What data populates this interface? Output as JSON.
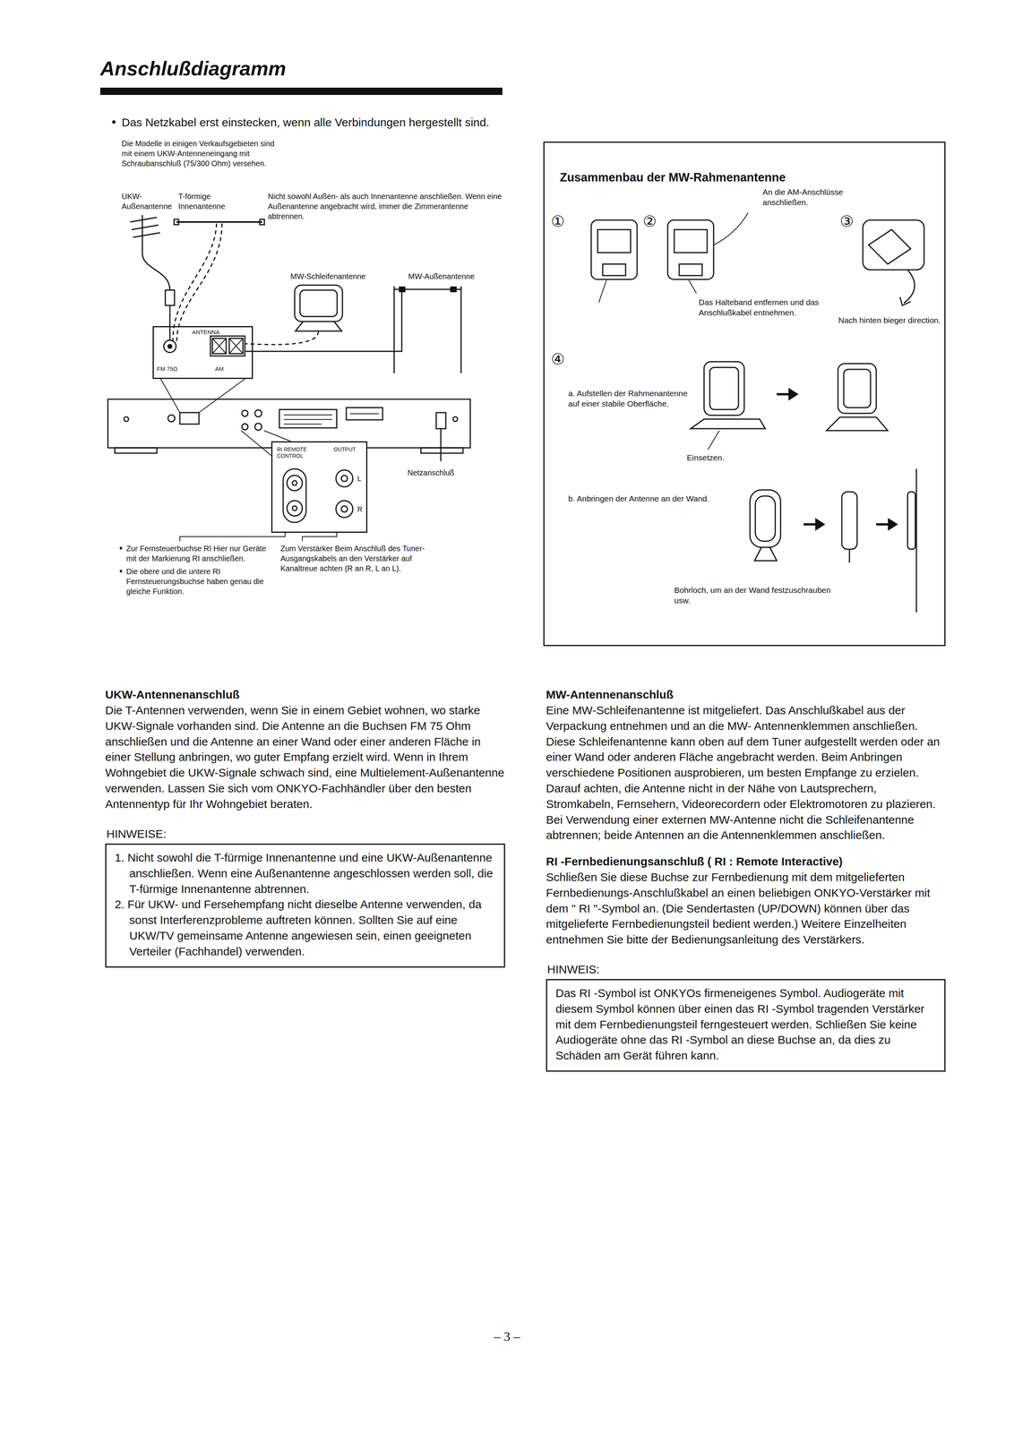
{
  "diagram": {
    "title": "Anschlußdiagramm",
    "nodes": [
      {
        "text": [
          "Zusammenbau der MW-Rahmenantenne"
        ]
      },
      {
        "text": [
          "ANTENNA",
          "FM 75Ω",
          "AM"
        ]
      },
      {
        "text": [
          "RI REMOTE CONTROL",
          "OUTPUT",
          "L",
          "R"
        ]
      },
      {
        "text": [
          "HINWEISE:",
          "1. Nicht sowohl die T-fürmige Innenantenne und eine UKW-Außenantenne anschließen. Wenn eine Außenantenne angeschlossen werden soll, die T-fürmige Innenantenne abtrennen.",
          "2. Für UKW- und Fersehempfang nicht dieselbe Antenne verwenden, da sonst Interferenzprobleme auftreten können. Sollten Sie auf eine UKW/TV gemeinsame Antenne angewiesen sein, einen geeigneten Verteiler (Fachhandel) verwenden."
        ]
      },
      {
        "text": [
          "HINWEIS:",
          "Das RI -Symbol ist ONKYOs firmeneigenes Symbol. Audiogeräte mit diesem Symbol können über einen das RI -Symbol tragenden Verstärker mit dem Fernbedienungsteil ferngesteuert werden. Schließen Sie keine Audiogeräte ohne das RI -Symbol an diese Buchse an, da dies zu Schäden am Gerät führen kann."
        ]
      }
    ],
    "labels": [
      "Das Netzkabel erst einstecken, wenn alle Verbindungen hergestellt sind.",
      "Die Modelle in einigen Verkaufsgebieten sind mit einem UKW-Antenneneingang mit Schraubanschluß (75/300 Ohm) versehen.",
      "UKW- Außenantenne",
      "T-förmige Innenantenne",
      "Nicht sowohl Außen- als auch Innenantenne anschließen. Wenn eine Außenantenne angebracht wird, immer die Zimmerantenne abtrennen.",
      "MW-Schleifenantenne",
      "MW-Außenantenne",
      "Netzanschluß",
      "Zur Fernsteuerbuchse RI Hier nur Geräte mit der Markierung RI anschließen.",
      "Die obere und die untere RI Fernsteuerungsbuchse haben genau die gleiche Funktion.",
      "Zum Verstärker Beim Anschluß des Tuner-Ausgangskabels an den Verstärker auf Kanaltreue achten (R an R, L an L).",
      "An die AM-Anschlüsse anschließen.",
      "①",
      "②",
      "③",
      "Das Halteband entfernen und das Anschlußkabel entnehmen.",
      "Nach hinten bieger direction.",
      "④",
      "a. Aufstellen der Rahmenantenne auf einer stabile Oberfläche.",
      "Einsetzen.",
      "b. Anbringen der Antenne an der Wand.",
      "Bohrloch, um an der Wand festzuschrauben usw.",
      "UKW-Antennenanschluß",
      "Die T-Antennen verwenden, wenn Sie in einem Gebiet wohnen, wo starke UKW-Signale vorhanden sind. Die Antenne an die Buchsen FM 75 Ohm anschließen und die Antenne an einer Wand oder einer anderen Fläche in einer Stellung anbringen, wo guter Empfang erzielt wird. Wenn in Ihrem Wohngebiet die UKW-Signale schwach sind, eine Multielement-Außenantenne verwenden. Lassen Sie sich vom ONKYO-Fachhändler über den besten Antennentyp für Ihr Wohngebiet beraten.",
      "MW-Antennenanschluß",
      "Eine MW-Schleifenantenne ist mitgeliefert. Das Anschlußkabel aus der Verpackung entnehmen und an die MW- Antennenklemmen anschließen. Diese Schleifenantenne kann oben auf dem Tuner aufgestellt werden oder an einer Wand oder anderen Fläche angebracht werden. Beim Anbringen verschiedene Positionen ausprobieren, um besten Empfange zu erzielen. Darauf achten, die Antenne nicht in der Nähe von Lautsprechern, Stromkabeln, Fernsehern, Videorecordern oder Elektromotoren zu plazieren. Bei Verwendung einer externen MW-Antenne nicht die Schleifenantenne abtrennen; beide Antennen an die Antennenklemmen anschließen.",
      "RI -Fernbedienungsanschluß ( RI : Remote Interactive)",
      "Schließen Sie diese Buchse zur Fernbedienung mit dem mitgelieferten Fernbedienungs-Anschlußkabel an einen beliebigen ONKYO-Verstärker mit dem \" RI \"-Symbol an. (Die Sendertasten (UP/DOWN) können über das mitgelieferte Fernbedienungsteil bedient werden.) Weitere Einzelheiten entnehmen Sie bitte der Bedienungsanleitung des Verstärkers.",
      "– 3 –"
    ]
  }
}
